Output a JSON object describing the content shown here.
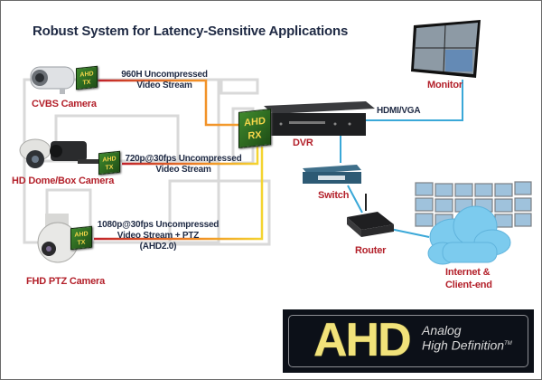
{
  "title": "Robust System for Latency-Sensitive Applications",
  "cameras": [
    {
      "label": "CVBS Camera",
      "tx": {
        "line1": "AHD",
        "line2": "TX"
      },
      "stream": [
        "960H Uncompressed",
        "Video Stream"
      ]
    },
    {
      "label": "HD Dome/Box Camera",
      "tx": {
        "line1": "AHD",
        "line2": "TX"
      },
      "stream": [
        "720p@30fps Uncompressed",
        "Video Stream"
      ]
    },
    {
      "label": "FHD PTZ Camera",
      "tx": {
        "line1": "AHD",
        "line2": "TX"
      },
      "stream": [
        "1080p@30fps Uncompressed",
        "Video Stream + PTZ",
        "(AHD2.0)"
      ]
    }
  ],
  "receiver": {
    "line1": "AHD",
    "line2": "RX"
  },
  "devices": {
    "dvr": "DVR",
    "monitor": "Monitor",
    "switch": "Switch",
    "router": "Router",
    "internet": [
      "Internet &",
      "Client-end"
    ]
  },
  "links": {
    "dvr_monitor": "HDMI/VGA"
  },
  "logo": {
    "mark": "AHD",
    "line1": "Analog",
    "line2": "High Definition",
    "tm": "TM"
  },
  "colors": {
    "label_red": "#b3202a",
    "title_navy": "#1f2a44",
    "cable_red": "#c0202a",
    "cable_yellow": "#f4d430",
    "network_blue": "#3aa8d8",
    "chip_green": "#2f6b22",
    "chip_text": "#f5d64a"
  }
}
